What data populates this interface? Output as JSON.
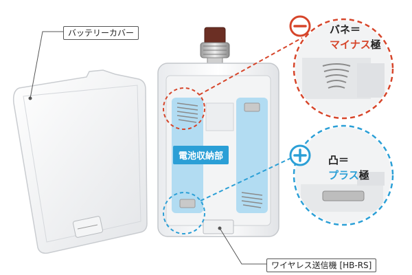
{
  "labels": {
    "battery_cover": "バッテリーカバー",
    "transmitter": "ワイヤレス送信機 [HB-RS]",
    "battery_compartment": "電池収納部"
  },
  "callouts": {
    "negative": {
      "sign": "−",
      "line1": "バネ＝",
      "line2_accent": "マイナス",
      "line2_tail": "極",
      "color": "#d6452a"
    },
    "positive": {
      "sign": "+",
      "line1": "凸＝",
      "line2_accent": "プラス",
      "line2_tail": "極",
      "color": "#2b9fd6"
    }
  },
  "colors": {
    "compartment_highlight": "#8fd0ef",
    "label_badge": "#2b9fd6"
  }
}
